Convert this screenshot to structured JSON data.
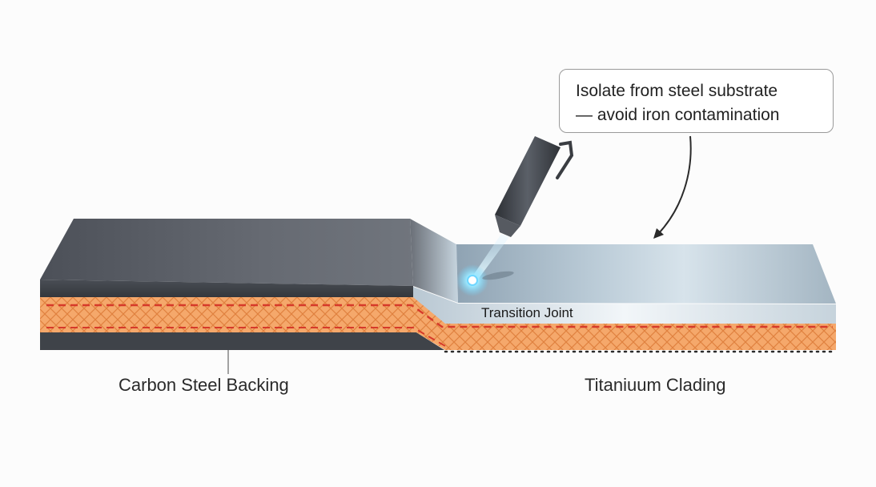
{
  "callout": {
    "line1": "Isolate from steel substrate",
    "line2": "— avoid iron contamination"
  },
  "labels": {
    "transition_joint": "Transition Joint",
    "carbon_steel": "Carbon Steel Backing",
    "titanium": "Titaniuum Clading"
  },
  "colors": {
    "steel_top": "#5c6068",
    "steel_face": "#3f4349",
    "titanium_top": "#a9bcca",
    "bond_layer": "#f3a66a",
    "dashed_line": "#d63a2a",
    "arc_glow": "#6fd6ff"
  },
  "icons": {
    "torch": "welding-torch-icon",
    "arc": "weld-arc-icon",
    "arrow": "curved-arrow-icon"
  }
}
